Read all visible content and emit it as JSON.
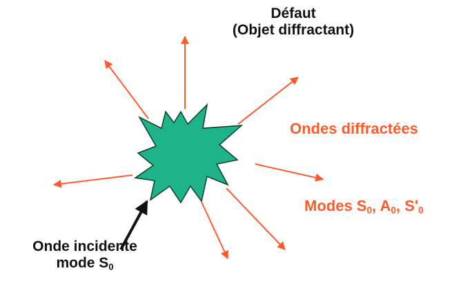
{
  "defect": {
    "title": "Défaut",
    "subtitle": "(Objet diffractant)",
    "fill_color": "#1fb38a"
  },
  "diffracted": {
    "label": "Ondes diffractées",
    "modes_prefix": "Modes S",
    "modes_mid1": ", A",
    "modes_mid2": ", S'",
    "subscript": "0",
    "color": "#ff5a2a"
  },
  "incident": {
    "line1": "Onde incidente",
    "line2_prefix": "mode S",
    "subscript": "0",
    "color": "#111111"
  }
}
